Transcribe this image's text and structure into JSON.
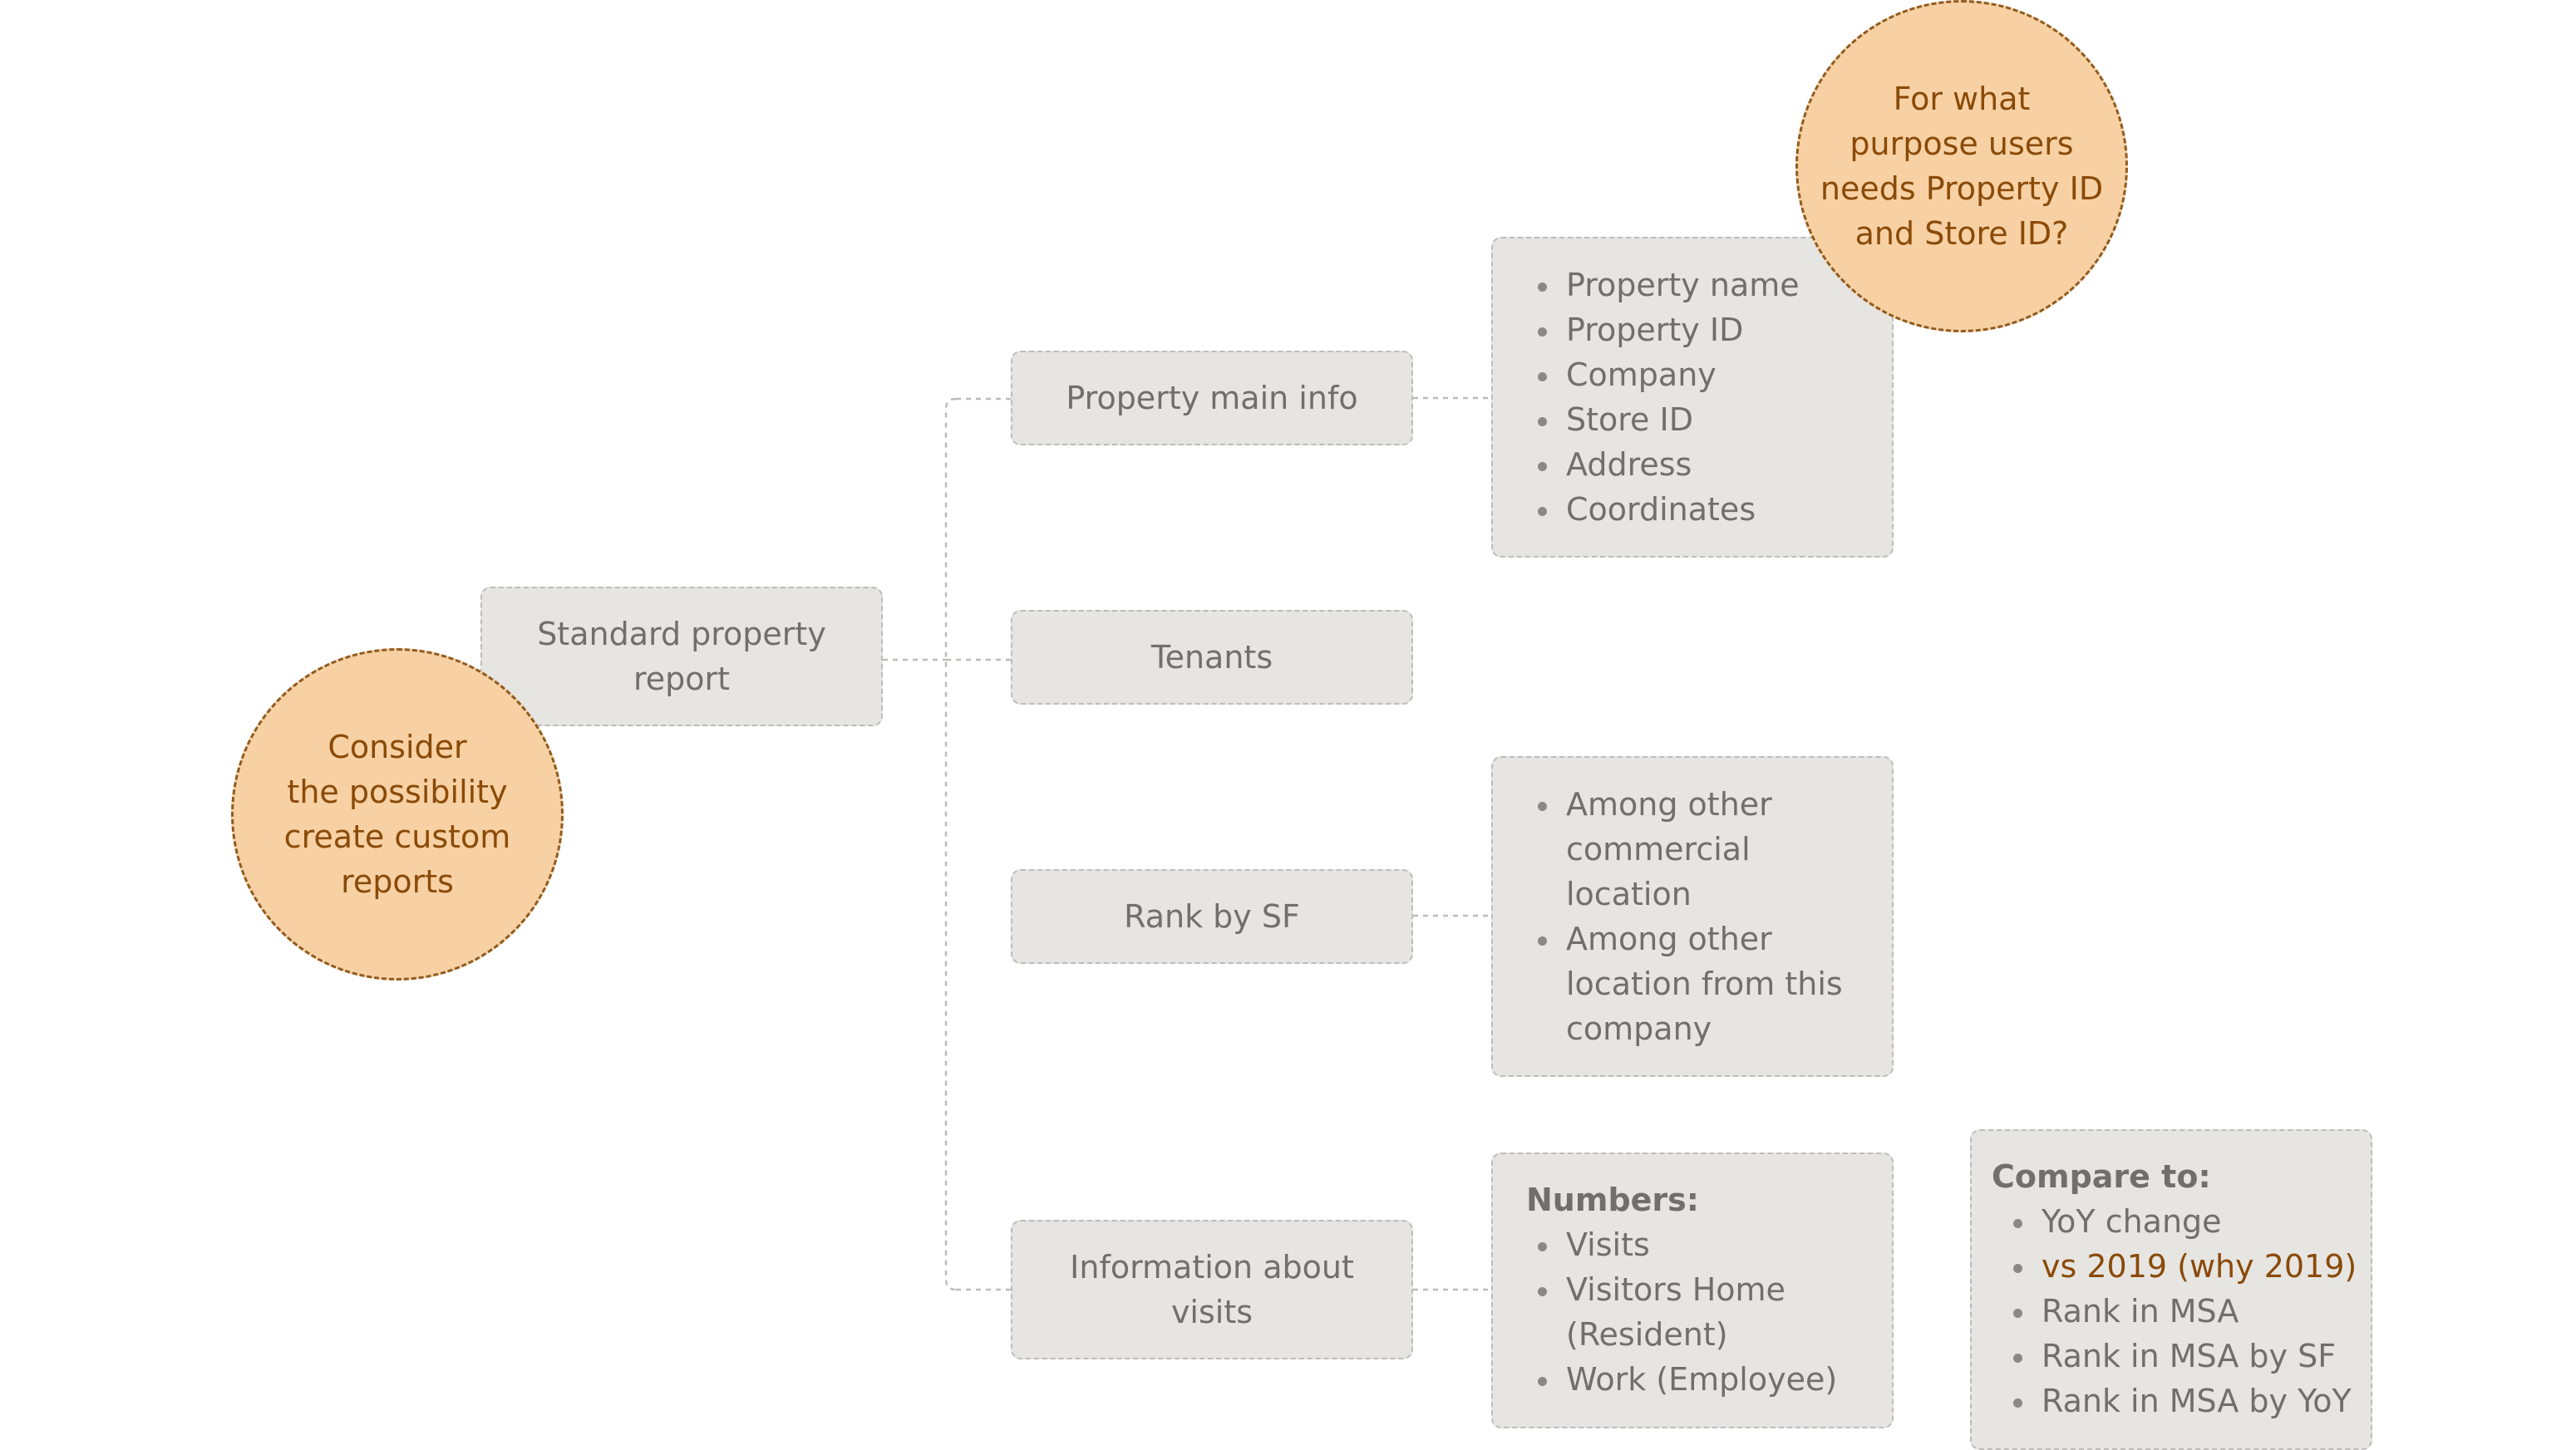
{
  "root": {
    "label_line1": "Standard property",
    "label_line2": "report"
  },
  "branches": {
    "main_info": "Property main info",
    "tenants": "Tenants",
    "rank": "Rank by SF",
    "visits_line1": "Information about",
    "visits_line2": "visits"
  },
  "property_info_list": [
    "Property name",
    "Property ID",
    "Company",
    "Store ID",
    "Address",
    "Coordinates"
  ],
  "rank_list": [
    "Among other commercial location",
    "Among other location from this company"
  ],
  "numbers": {
    "heading": "Numbers:",
    "items": [
      "Visits",
      "Visitors Home (Resident)",
      "Work (Employee)"
    ]
  },
  "compare": {
    "heading": "Compare to:",
    "items": [
      "YoY change",
      "vs 2019 (why 2019)",
      "Rank in MSA",
      "Rank in MSA by SF",
      "Rank in MSA by YoY"
    ]
  },
  "notes": {
    "custom_reports": {
      "line1": "Consider",
      "line2": "the possibility",
      "line3": "create custom",
      "line4": "reports"
    },
    "property_id_question": {
      "line1": "For what",
      "line2": "purpose users",
      "line3": "needs Property ID",
      "line4": "and Store ID?"
    }
  },
  "colors": {
    "node_fill": "#e6e5e2",
    "node_text": "#706f6c",
    "note_fill": "#f7d1a3",
    "note_text": "#8a4a08",
    "connector": "#bdbcb9"
  }
}
